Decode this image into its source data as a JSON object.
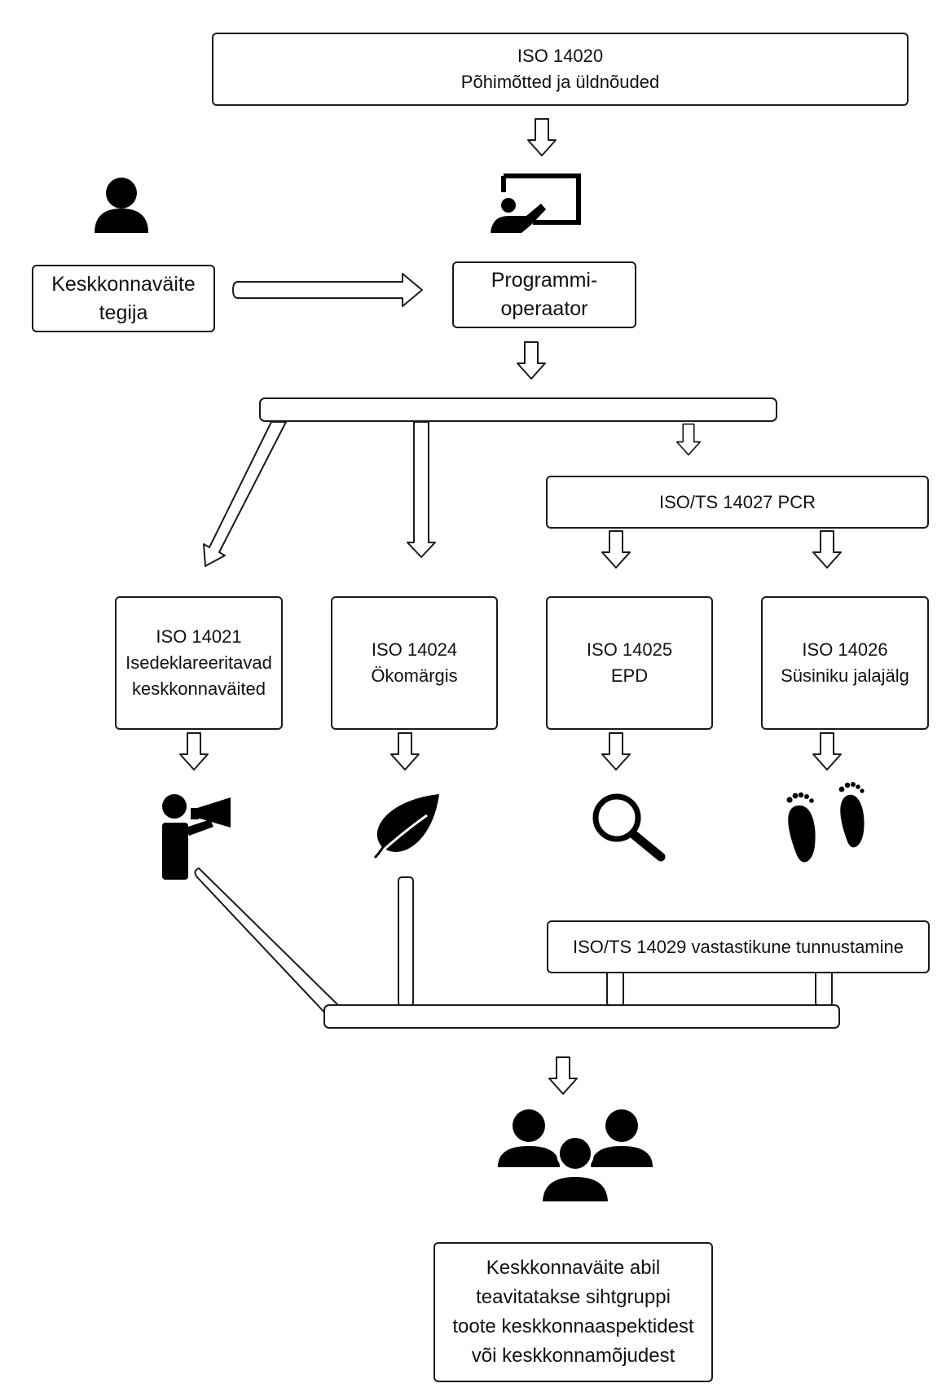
{
  "boxes": {
    "iso14020": {
      "line1": "ISO 14020",
      "line2": "Põhimõtted ja üldnõuded"
    },
    "claimant": {
      "line1": "Keskkonnaväite",
      "line2": "tegija"
    },
    "program_operator": {
      "line1": "Programmi-",
      "line2": "operaator"
    },
    "iso14027": {
      "line1": "ISO/TS 14027 PCR"
    },
    "iso14021": {
      "line1": "ISO 14021",
      "line2": "Isedeklareeritavad",
      "line3": "keskkonnaväited"
    },
    "iso14024": {
      "line1": "ISO 14024",
      "line2": "Ökomärgis"
    },
    "iso14025": {
      "line1": "ISO 14025",
      "line2": "EPD"
    },
    "iso14026": {
      "line1": "ISO 14026",
      "line2": "Süsiniku jalajälg"
    },
    "iso14029": {
      "line1": "ISO/TS 14029 vastastikune tunnustamine"
    },
    "target_group": {
      "line1": "Keskkonnaväite abil",
      "line2": "teavitatakse sihtgruppi",
      "line3": "toote keskkonnaaspektidest",
      "line4": "või keskkonnamõjudest"
    }
  },
  "icons": [
    "person-icon",
    "presenter-icon",
    "megaphone-icon",
    "leaf-icon",
    "magnifier-icon",
    "footprints-icon",
    "group-icon"
  ]
}
